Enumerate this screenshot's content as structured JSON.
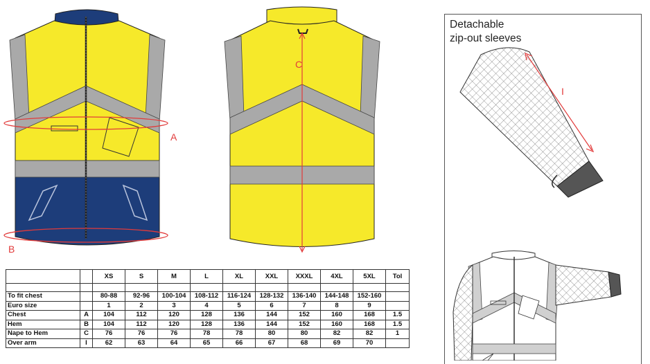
{
  "markers": {
    "chest": "A",
    "hem": "B",
    "nape_to_hem": "C",
    "over_arm": "I"
  },
  "panel": {
    "title_line1": "Detachable",
    "title_line2": "zip-out sleeves"
  },
  "colors": {
    "hi_vis_yellow": "#f6e92a",
    "navy": "#1d3d7a",
    "reflective_grey": "#a9a9a9",
    "measure_red": "#e23b3b"
  },
  "size_table": {
    "sizes": [
      "XS",
      "S",
      "M",
      "L",
      "XL",
      "XXL",
      "XXXL",
      "4XL",
      "5XL"
    ],
    "tol_label": "Tol",
    "rows": [
      {
        "label": "To fit chest",
        "code": "",
        "values": [
          "80-88",
          "92-96",
          "100-104",
          "108-112",
          "116-124",
          "128-132",
          "136-140",
          "144-148",
          "152-160"
        ],
        "tol": ""
      },
      {
        "label": "Euro size",
        "code": "",
        "values": [
          "1",
          "2",
          "3",
          "4",
          "5",
          "6",
          "7",
          "8",
          "9"
        ],
        "tol": ""
      },
      {
        "label": "Chest",
        "code": "A",
        "values": [
          "104",
          "112",
          "120",
          "128",
          "136",
          "144",
          "152",
          "160",
          "168"
        ],
        "tol": "1.5"
      },
      {
        "label": "Hem",
        "code": "B",
        "values": [
          "104",
          "112",
          "120",
          "128",
          "136",
          "144",
          "152",
          "160",
          "168"
        ],
        "tol": "1.5"
      },
      {
        "label": "Nape to Hem",
        "code": "C",
        "values": [
          "76",
          "76",
          "76",
          "78",
          "78",
          "80",
          "80",
          "82",
          "82"
        ],
        "tol": "1"
      },
      {
        "label": "Over arm",
        "code": "I",
        "values": [
          "62",
          "63",
          "64",
          "65",
          "66",
          "67",
          "68",
          "69",
          "70"
        ],
        "tol": ""
      }
    ]
  }
}
